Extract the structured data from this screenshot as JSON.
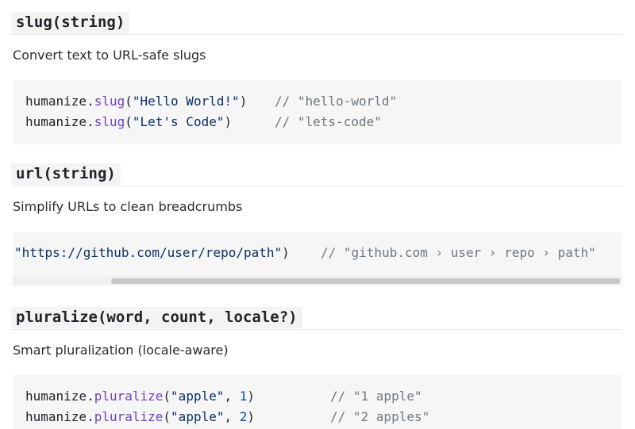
{
  "sections": [
    {
      "signature": "slug(string)",
      "description": "Convert text to URL-safe slugs",
      "code": [
        {
          "obj": "humanize.",
          "fn": "slug",
          "open": "(",
          "arg1": "\"Hello World!\"",
          "close": ")",
          "comment": "// \"hello-world\""
        },
        {
          "obj": "humanize.",
          "fn": "slug",
          "open": "(",
          "arg1": "\"Let's Code\"",
          "close": ")",
          "comment": "// \"lets-code\""
        }
      ]
    },
    {
      "signature": "url(string)",
      "description": "Simplify URLs to clean breadcrumbs",
      "code": [
        {
          "arg1": "\"https://github.com/user/repo/path\"",
          "close": ")",
          "comment": "// \"github.com › user › repo › path\""
        }
      ]
    },
    {
      "signature": "pluralize(word, count, locale?)",
      "description": "Smart pluralization (locale-aware)",
      "code": [
        {
          "obj": "humanize.",
          "fn": "pluralize",
          "open": "(",
          "arg1": "\"apple\"",
          "sep": ", ",
          "num": "1",
          "close": ")",
          "comment": "// \"1 apple\""
        },
        {
          "obj": "humanize.",
          "fn": "pluralize",
          "open": "(",
          "arg1": "\"apple\"",
          "sep": ", ",
          "num": "2",
          "close": ")",
          "comment": "// \"2 apples\""
        }
      ]
    }
  ],
  "colors": {
    "function": "#6f42c1",
    "string": "#0a3069",
    "number": "#0550ae",
    "comment": "#6e7781",
    "code_bg": "#f6f6f6"
  }
}
